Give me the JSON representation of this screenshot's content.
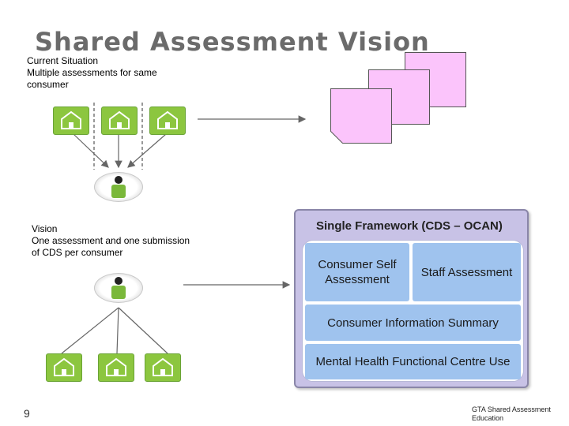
{
  "slide": {
    "title": "Shared Assessment Vision",
    "page_number": "9",
    "footer": "GTA Shared Assessment Education"
  },
  "current_situation": {
    "heading": "Current Situation",
    "description": "Multiple assessments for same consumer"
  },
  "vision": {
    "heading": "Vision",
    "description": "One assessment and one submission of CDS per consumer"
  },
  "framework": {
    "title": "Single Framework (CDS – OCAN)",
    "cells": {
      "consumer_self_line1": "Consumer Self",
      "consumer_self_line2": "Assessment",
      "staff": "Staff Assessment",
      "info_summary": "Consumer Information Summary",
      "functional": "Mental Health Functional Centre Use"
    }
  },
  "colors": {
    "title": "#6b6b6b",
    "house": "#8cc63f",
    "document": "#fbc4fb",
    "framework_bg": "#c8c2e6",
    "cell": "#9fc3ee"
  },
  "icons": [
    "house-icon",
    "person-icon",
    "document-icon",
    "arrow-right-icon"
  ]
}
